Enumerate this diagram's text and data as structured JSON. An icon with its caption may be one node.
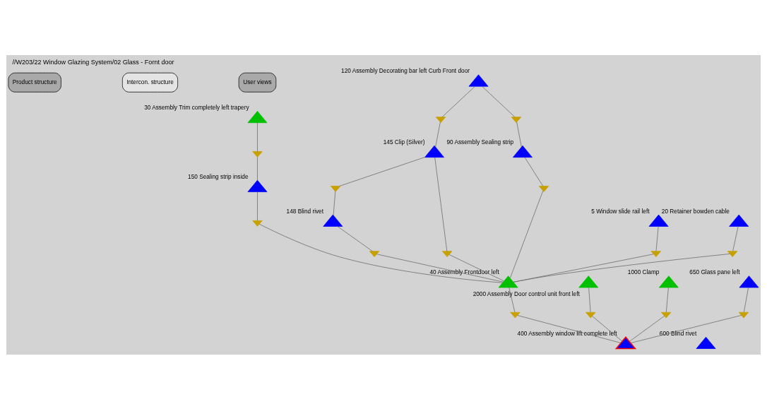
{
  "diagram": {
    "title": "//W203/22 Window Glazing System/02 Glass - Fornt door",
    "nodes": [
      {
        "text": [
          "30 Assembly Trim completely left trapery"
        ]
      },
      {
        "text": [
          "120 Assembly Decorating bar left Curb Front door"
        ]
      },
      {
        "text": [
          "148 Blind rivet"
        ]
      },
      {
        "text": [
          "150 Sealing strip inside"
        ]
      },
      {
        "text": [
          "600 Blind rivet"
        ]
      },
      {
        "text": [
          "145 Clip (Silver)"
        ]
      },
      {
        "text": [
          "90 Assembly Sealing strip"
        ]
      },
      {
        "text": [
          "5 Window slide rail left"
        ]
      },
      {
        "text": [
          "20 Retainer bowden cable"
        ]
      },
      {
        "text": [
          "40 Assembly Frontdoor left"
        ]
      },
      {
        "text": [
          "2000 Assembly Door control unit front left"
        ]
      },
      {
        "text": [
          "1000 Clamp"
        ]
      },
      {
        "text": [
          "650 Glass pane left"
        ]
      },
      {
        "text": [
          "400 Assembly window lift complete left"
        ]
      },
      {
        "text": [],
        "shape": "triangle"
      },
      {
        "text": [],
        "shape": "triangle"
      },
      {
        "text": [],
        "shape": "triangle"
      },
      {
        "text": [],
        "shape": "triangle"
      },
      {
        "text": [],
        "shape": "triangle"
      },
      {
        "text": [],
        "shape": "triangle"
      },
      {
        "text": [],
        "shape": "triangle"
      },
      {
        "text": [],
        "shape": "triangle"
      },
      {
        "text": [],
        "shape": "triangle"
      },
      {
        "text": [],
        "shape": "triangle"
      },
      {
        "text": [],
        "shape": "triangle"
      },
      {
        "text": [],
        "shape": "triangle"
      },
      {
        "text": [],
        "shape": "triangle"
      },
      {
        "text": [],
        "shape": "triangle"
      }
    ],
    "edges": [
      {
        "from": 0,
        "to": 14,
        "arrow": "none"
      },
      {
        "from": 14,
        "to": 3,
        "arrow": "none"
      },
      {
        "from": 1,
        "to": 15,
        "arrow": "none"
      },
      {
        "from": 15,
        "to": 5,
        "arrow": "none"
      },
      {
        "from": 5,
        "to": 16,
        "arrow": "none"
      },
      {
        "from": 16,
        "to": 2,
        "arrow": "none"
      },
      {
        "from": 1,
        "to": 17,
        "arrow": "none"
      },
      {
        "from": 17,
        "to": 6,
        "arrow": "none"
      },
      {
        "from": 3,
        "to": 18,
        "arrow": "none"
      },
      {
        "from": 18,
        "to": 9,
        "arrow": "none"
      },
      {
        "from": 2,
        "to": 19,
        "arrow": "none"
      },
      {
        "from": 19,
        "to": 9,
        "arrow": "none"
      },
      {
        "from": 5,
        "to": 20,
        "arrow": "none"
      },
      {
        "from": 20,
        "to": 9,
        "arrow": "none"
      },
      {
        "from": 6,
        "to": 21,
        "arrow": "none"
      },
      {
        "from": 21,
        "to": 9,
        "arrow": "none"
      },
      {
        "from": 7,
        "to": 22,
        "arrow": "none"
      },
      {
        "from": 22,
        "to": 9,
        "arrow": "none"
      },
      {
        "from": 8,
        "to": 23,
        "arrow": "none"
      },
      {
        "from": 23,
        "to": 9,
        "arrow": "none"
      },
      {
        "from": 9,
        "to": 24,
        "arrow": "none"
      },
      {
        "from": 24,
        "to": 13,
        "arrow": "none"
      },
      {
        "from": 10,
        "to": 25,
        "arrow": "none"
      },
      {
        "from": 25,
        "to": 13,
        "arrow": "none"
      },
      {
        "from": 11,
        "to": 26,
        "arrow": "none"
      },
      {
        "from": 26,
        "to": 13,
        "arrow": "none"
      },
      {
        "from": 12,
        "to": 27,
        "arrow": "none"
      },
      {
        "from": 27,
        "to": 13,
        "arrow": "none"
      }
    ],
    "labels": [
      "Product structure",
      "Intercon. structure",
      "User views"
    ]
  }
}
